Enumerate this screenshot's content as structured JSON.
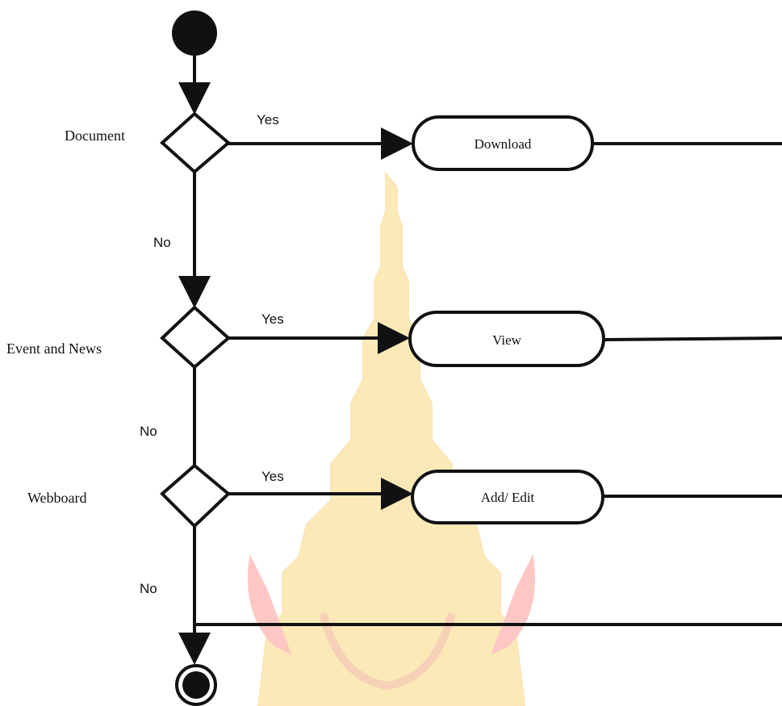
{
  "diagram": {
    "decisions": [
      {
        "label": "Document",
        "yes_label": "Yes",
        "no_label": "No",
        "action": "Download"
      },
      {
        "label": "Event and News",
        "yes_label": "Yes",
        "no_label": "No",
        "action": "View"
      },
      {
        "label": "Webboard",
        "yes_label": "Yes",
        "no_label": "No",
        "action": "Add/ Edit"
      }
    ]
  },
  "colors": {
    "stroke": "#111111",
    "watermark": "#f2b705"
  }
}
